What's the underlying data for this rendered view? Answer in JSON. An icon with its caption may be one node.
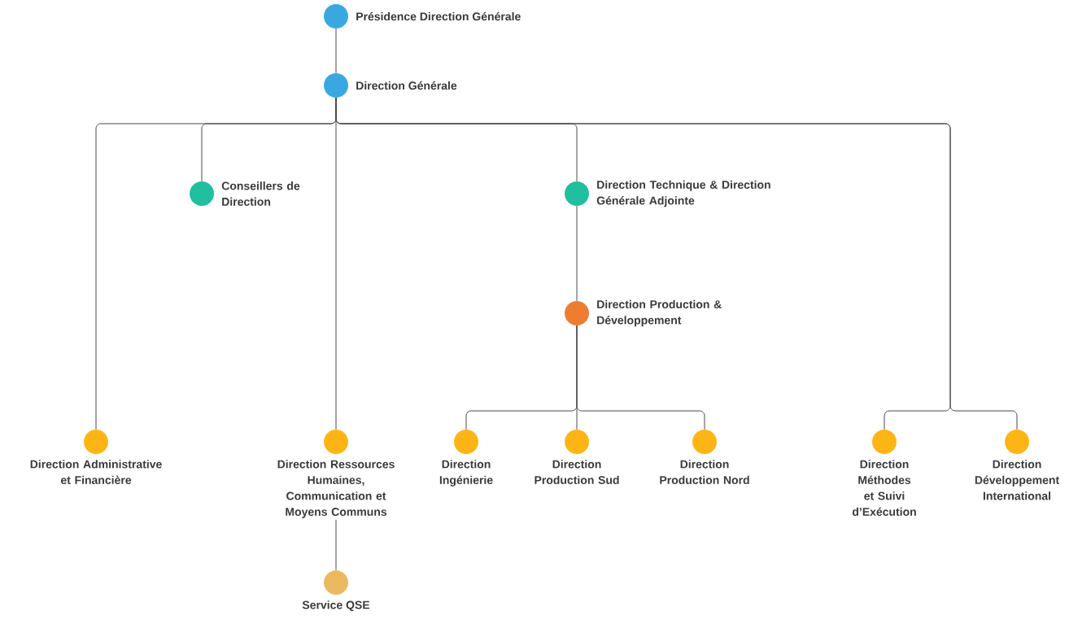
{
  "diagram": {
    "nodes": [
      {
        "text": [
          "Présidence Direction Générale"
        ]
      },
      {
        "text": [
          "Direction Générale"
        ]
      },
      {
        "text": [
          "Conseillers de Direction"
        ]
      },
      {
        "text": [
          "Direction Technique & Direction Générale Adjointe"
        ]
      },
      {
        "text": [
          "Direction Production & Développement"
        ]
      },
      {
        "text": [
          "Direction Administrative et Financière"
        ]
      },
      {
        "text": [
          "Direction Ressources Humaines, Communication et Moyens Communs"
        ]
      },
      {
        "text": [
          "Direction Ingénierie"
        ]
      },
      {
        "text": [
          "Direction Production Sud"
        ]
      },
      {
        "text": [
          "Direction Production Nord"
        ]
      },
      {
        "text": [
          "Direction Méthodes et Suivi d’Exécution"
        ]
      },
      {
        "text": [
          "Direction Développement International"
        ]
      },
      {
        "text": [
          "Service QSE"
        ]
      }
    ],
    "edges": [
      {
        "from": 0,
        "to": 1,
        "arrow": "none"
      },
      {
        "from": 1,
        "to": 5,
        "arrow": "none"
      },
      {
        "from": 1,
        "to": 2,
        "arrow": "none"
      },
      {
        "from": 1,
        "to": 6,
        "arrow": "none"
      },
      {
        "from": 1,
        "to": 3,
        "arrow": "none"
      },
      {
        "from": 1,
        "to": 10,
        "arrow": "none"
      },
      {
        "from": 1,
        "to": 11,
        "arrow": "none"
      },
      {
        "from": 3,
        "to": 4,
        "arrow": "none"
      },
      {
        "from": 4,
        "to": 7,
        "arrow": "none"
      },
      {
        "from": 4,
        "to": 8,
        "arrow": "none"
      },
      {
        "from": 4,
        "to": 9,
        "arrow": "none"
      },
      {
        "from": 6,
        "to": 12,
        "arrow": "none"
      }
    ]
  }
}
